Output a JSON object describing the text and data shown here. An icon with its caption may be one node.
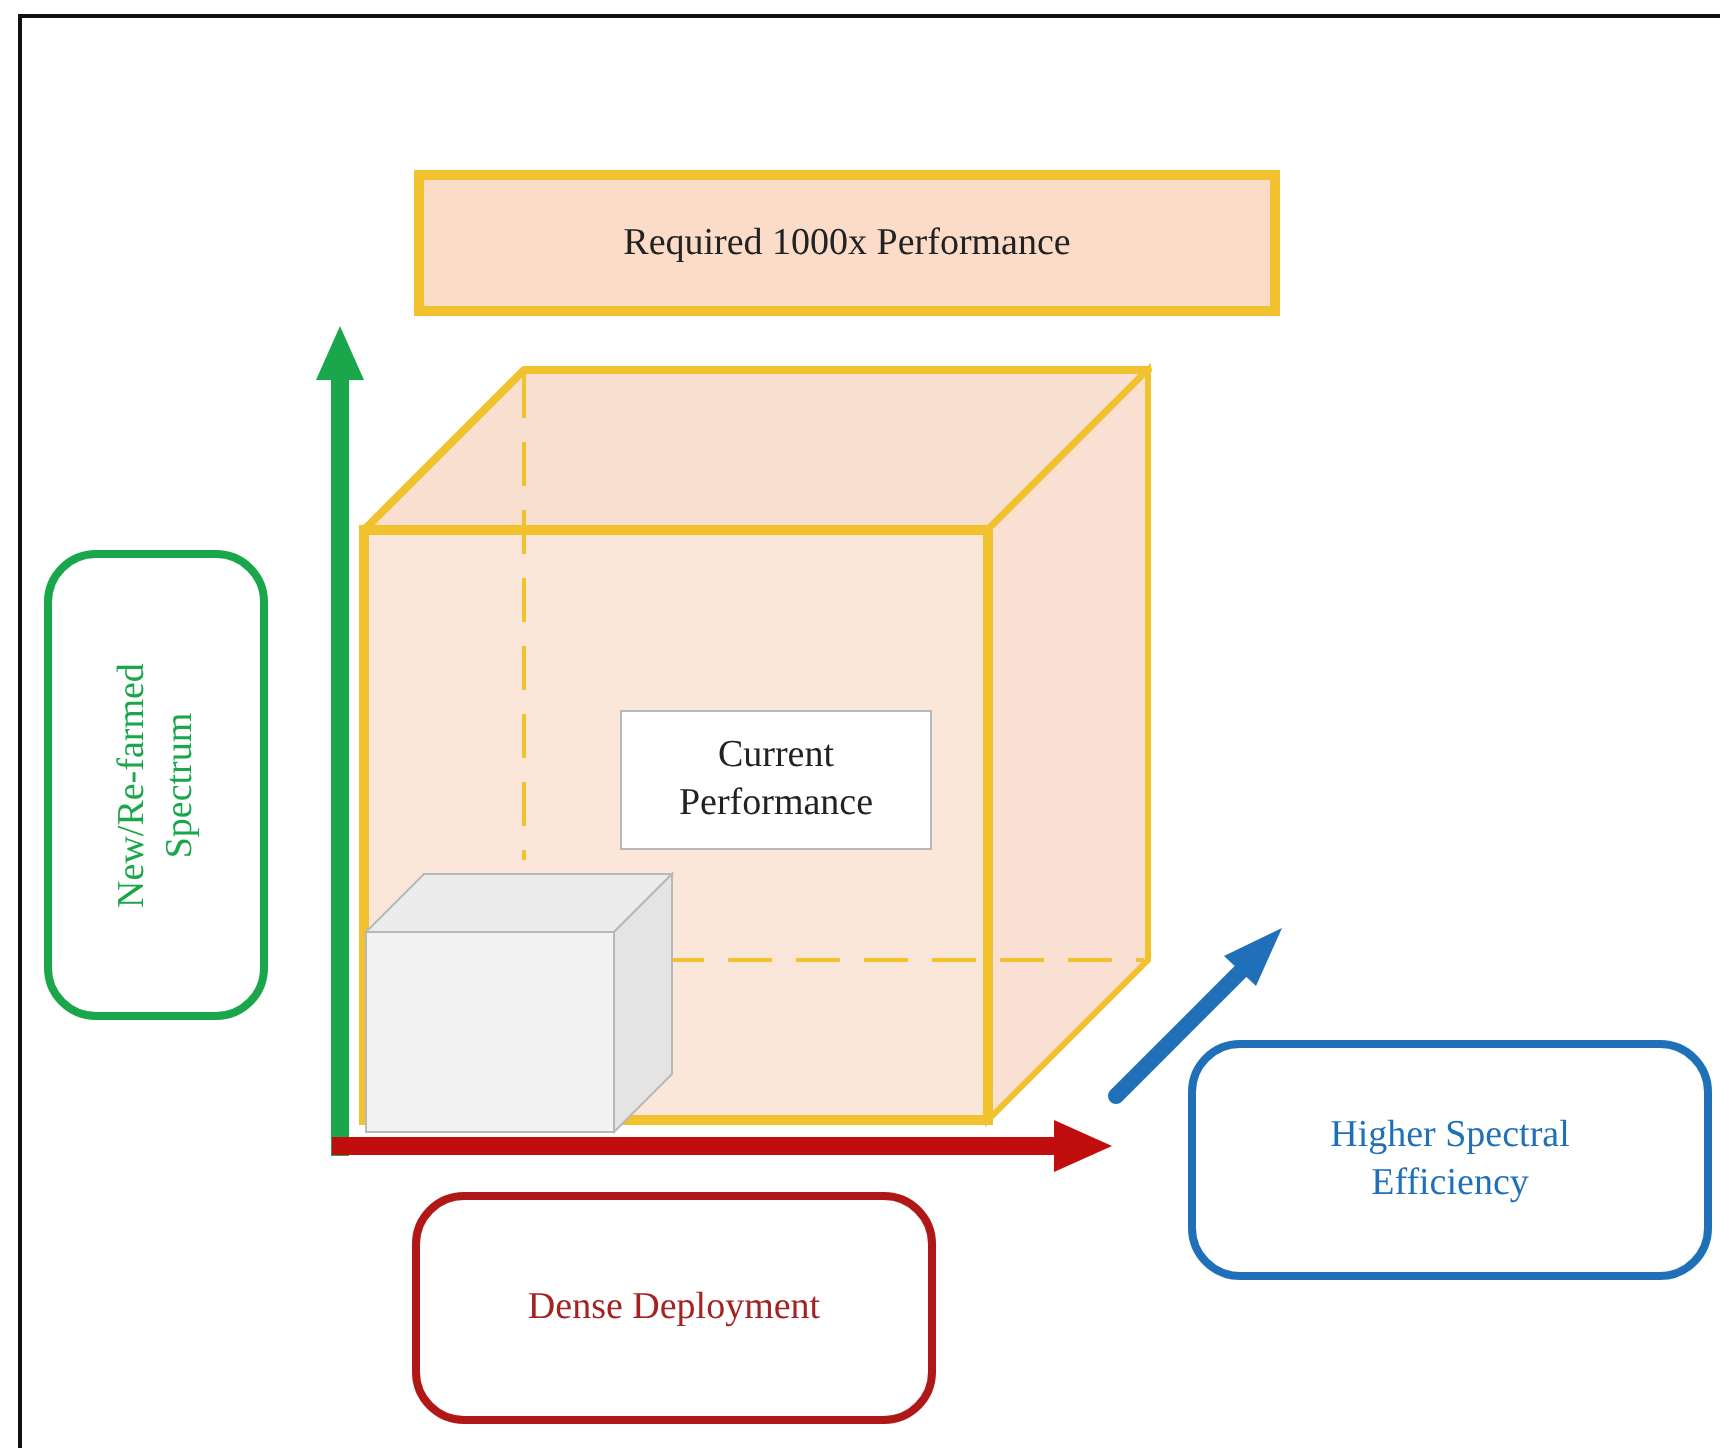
{
  "diagram": {
    "nodes": [
      {
        "text": [
          "Required 1000x Performance"
        ]
      },
      {
        "text": [
          "Current Performance"
        ]
      },
      {
        "text": [
          "New/Re-farmed Spectrum"
        ]
      },
      {
        "text": [
          "Dense Deployment"
        ]
      },
      {
        "text": [
          "Higher Spectral Efficiency"
        ]
      }
    ]
  }
}
